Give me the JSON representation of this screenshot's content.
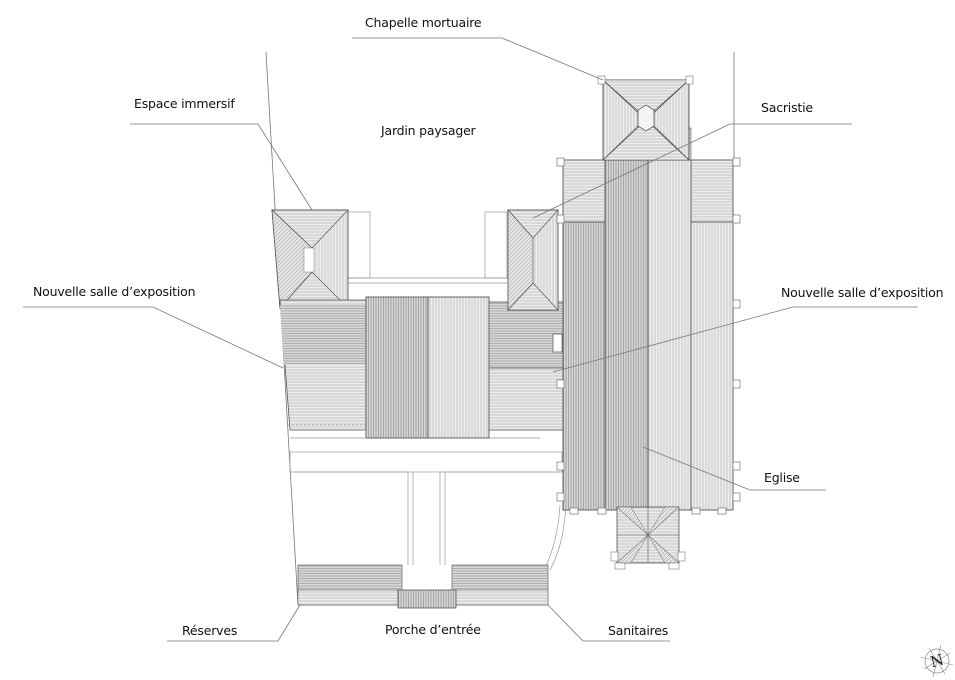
{
  "diagram": {
    "type": "architectural-roof-plan",
    "labels": {
      "chapelle": "Chapelle mortuaire",
      "espace": "Espace immersif",
      "jardin": "Jardin paysager",
      "sacristie": "Sacristie",
      "salle_gauche": "Nouvelle salle d’exposition",
      "salle_droite": "Nouvelle salle d’exposition",
      "eglise": "Eglise",
      "reserves": "Réserves",
      "porche": "Porche d’entrée",
      "sanitaires": "Sanitaires"
    },
    "north_arrow": {
      "icon": "north-arrow-icon",
      "letter": "N"
    },
    "colors": {
      "line": "#555555",
      "leader": "#777777",
      "hatch_dark": "#b0b0b0",
      "hatch_light": "#dcdcdc",
      "fill": "#e6e6e6"
    }
  }
}
